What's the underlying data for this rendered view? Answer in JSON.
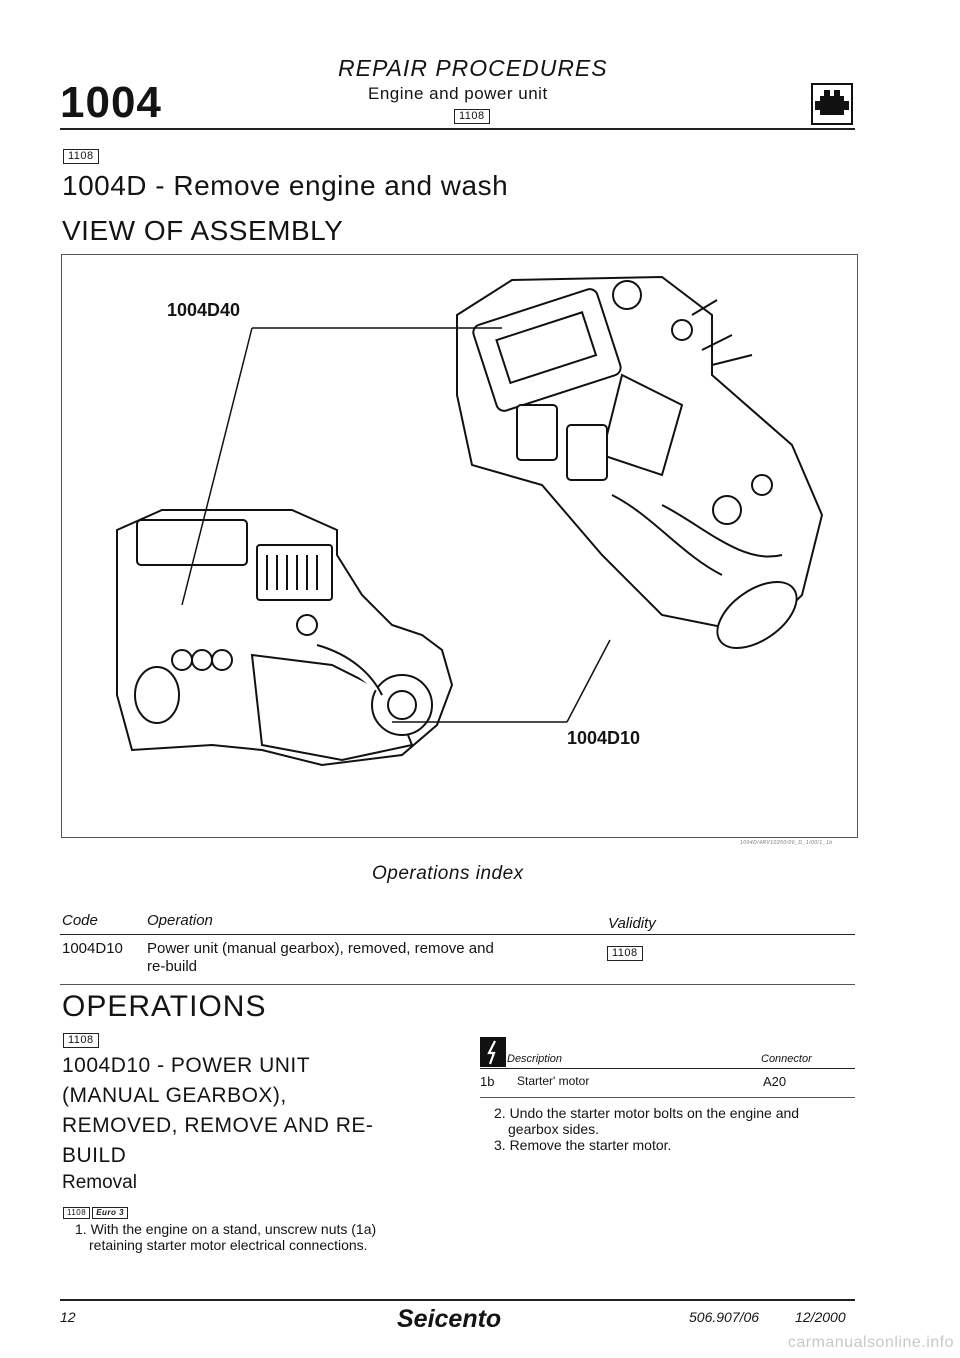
{
  "header": {
    "section_number": "1004",
    "category": "REPAIR PROCEDURES",
    "subcategory": "Engine and power unit",
    "variant_badge": "1108",
    "icon": "engine-manual-icon"
  },
  "section": {
    "variant_badge": "1108",
    "title": "1004D - Remove engine and wash",
    "subtitle": "VIEW OF ASSEMBLY"
  },
  "figure": {
    "callout_top": "1004D40",
    "callout_bottom": "1004D10",
    "fig_ref": "1004D/4RV10250/06_D_1/00/1_1b"
  },
  "operations_index": {
    "title": "Operations index",
    "headers": {
      "code": "Code",
      "operation": "Operation",
      "validity": "Validity"
    },
    "rows": [
      {
        "code": "1004D10",
        "operation_line1": "Power unit (manual gearbox), removed, remove and",
        "operation_line2": "re-build",
        "validity": "1108"
      }
    ]
  },
  "operations": {
    "heading": "OPERATIONS",
    "variant_badge": "1108",
    "procedure_title_lines": [
      "1004D10 - POWER UNIT",
      "(MANUAL GEARBOX),",
      "REMOVED, REMOVE AND RE-",
      "BUILD"
    ],
    "removal_heading": "Removal",
    "removal_badges": [
      "1108",
      "Euro 3"
    ],
    "step1_lines": [
      "1. With the engine on a stand, unscrew nuts (1a)",
      "retaining starter motor electrical connections."
    ]
  },
  "connector_table": {
    "icon": "electrical-connector-icon",
    "headers": {
      "description": "Description",
      "connector": "Connector"
    },
    "rows": [
      {
        "ref": "1b",
        "description": "Starter' motor",
        "connector": "A20"
      }
    ]
  },
  "steps_right": [
    {
      "lines": [
        "2. Undo the starter motor bolts on the engine and",
        "gearbox sides."
      ]
    },
    {
      "lines": [
        "3. Remove the starter motor."
      ]
    }
  ],
  "footer": {
    "page_number": "12",
    "model": "Seicento",
    "doc_ref": "506.907/06",
    "date": "12/2000"
  },
  "watermark": "carmanualsonline.info"
}
